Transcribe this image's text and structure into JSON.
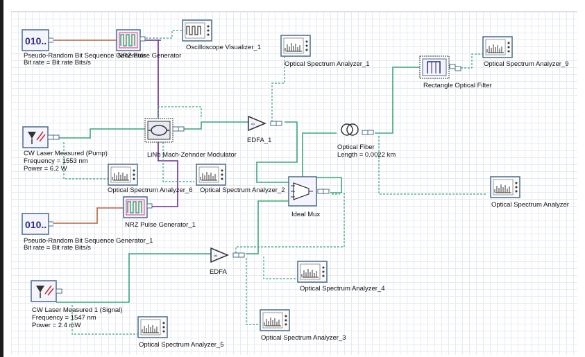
{
  "components": {
    "prbs_top": {
      "name": "Pseudo-Random Bit Sequence Generator",
      "param": "Bit rate = Bit rate  Bits/s",
      "icon": "010.."
    },
    "nrz_top": {
      "name": "NRZ Pulse Generator"
    },
    "scope": {
      "name": "Oscilloscope Visualizer_1"
    },
    "osa_1": {
      "name": "Optical Spectrum Analyzer_1"
    },
    "filter": {
      "name": "Rectangle Optical Filter"
    },
    "osa_9": {
      "name": "Optical Spectrum Analyzer_9"
    },
    "pump": {
      "name": "CW Laser Measured (Pump)",
      "freq": "Frequency = 1553  nm",
      "power": "Power = 6.2  W"
    },
    "modulator": {
      "name": "LiNb Mach-Zehnder Modulator"
    },
    "edfa_1": {
      "name": "EDFA_1"
    },
    "fiber": {
      "name": "Optical Fiber",
      "length": "Length = 0.0022  km"
    },
    "osa_6": {
      "name": "Optical Spectrum Analyzer_6"
    },
    "osa_2": {
      "name": "Optical Spectrum Analyzer_2"
    },
    "mux": {
      "name": "Ideal Mux"
    },
    "osa_right": {
      "name": "Optical Spectrum Analyzer"
    },
    "prbs_bottom": {
      "name": "Pseudo-Random Bit Sequence Generator_1",
      "param": "Bit rate = Bit rate  Bits/s",
      "icon": "010.."
    },
    "nrz_bottom": {
      "name": "NRZ Pulse Generator_1"
    },
    "edfa": {
      "name": "EDFA"
    },
    "signal": {
      "name": "CW Laser Measured  1 (Signal)",
      "freq": "Frequency = 1547  nm",
      "power": "Power = 2.4  mW"
    },
    "osa_4": {
      "name": "Optical Spectrum Analyzer_4"
    },
    "osa_3": {
      "name": "Optical Spectrum Analyzer_3"
    },
    "osa_5": {
      "name": "Optical Spectrum Analyzer_5"
    }
  },
  "colors": {
    "optical_link": "#3aa878",
    "electrical_link": "#b5643c",
    "modulation_link": "#6a2c9a",
    "monitor_link": "#3aa878",
    "component_frame": "#4a6b8a"
  }
}
